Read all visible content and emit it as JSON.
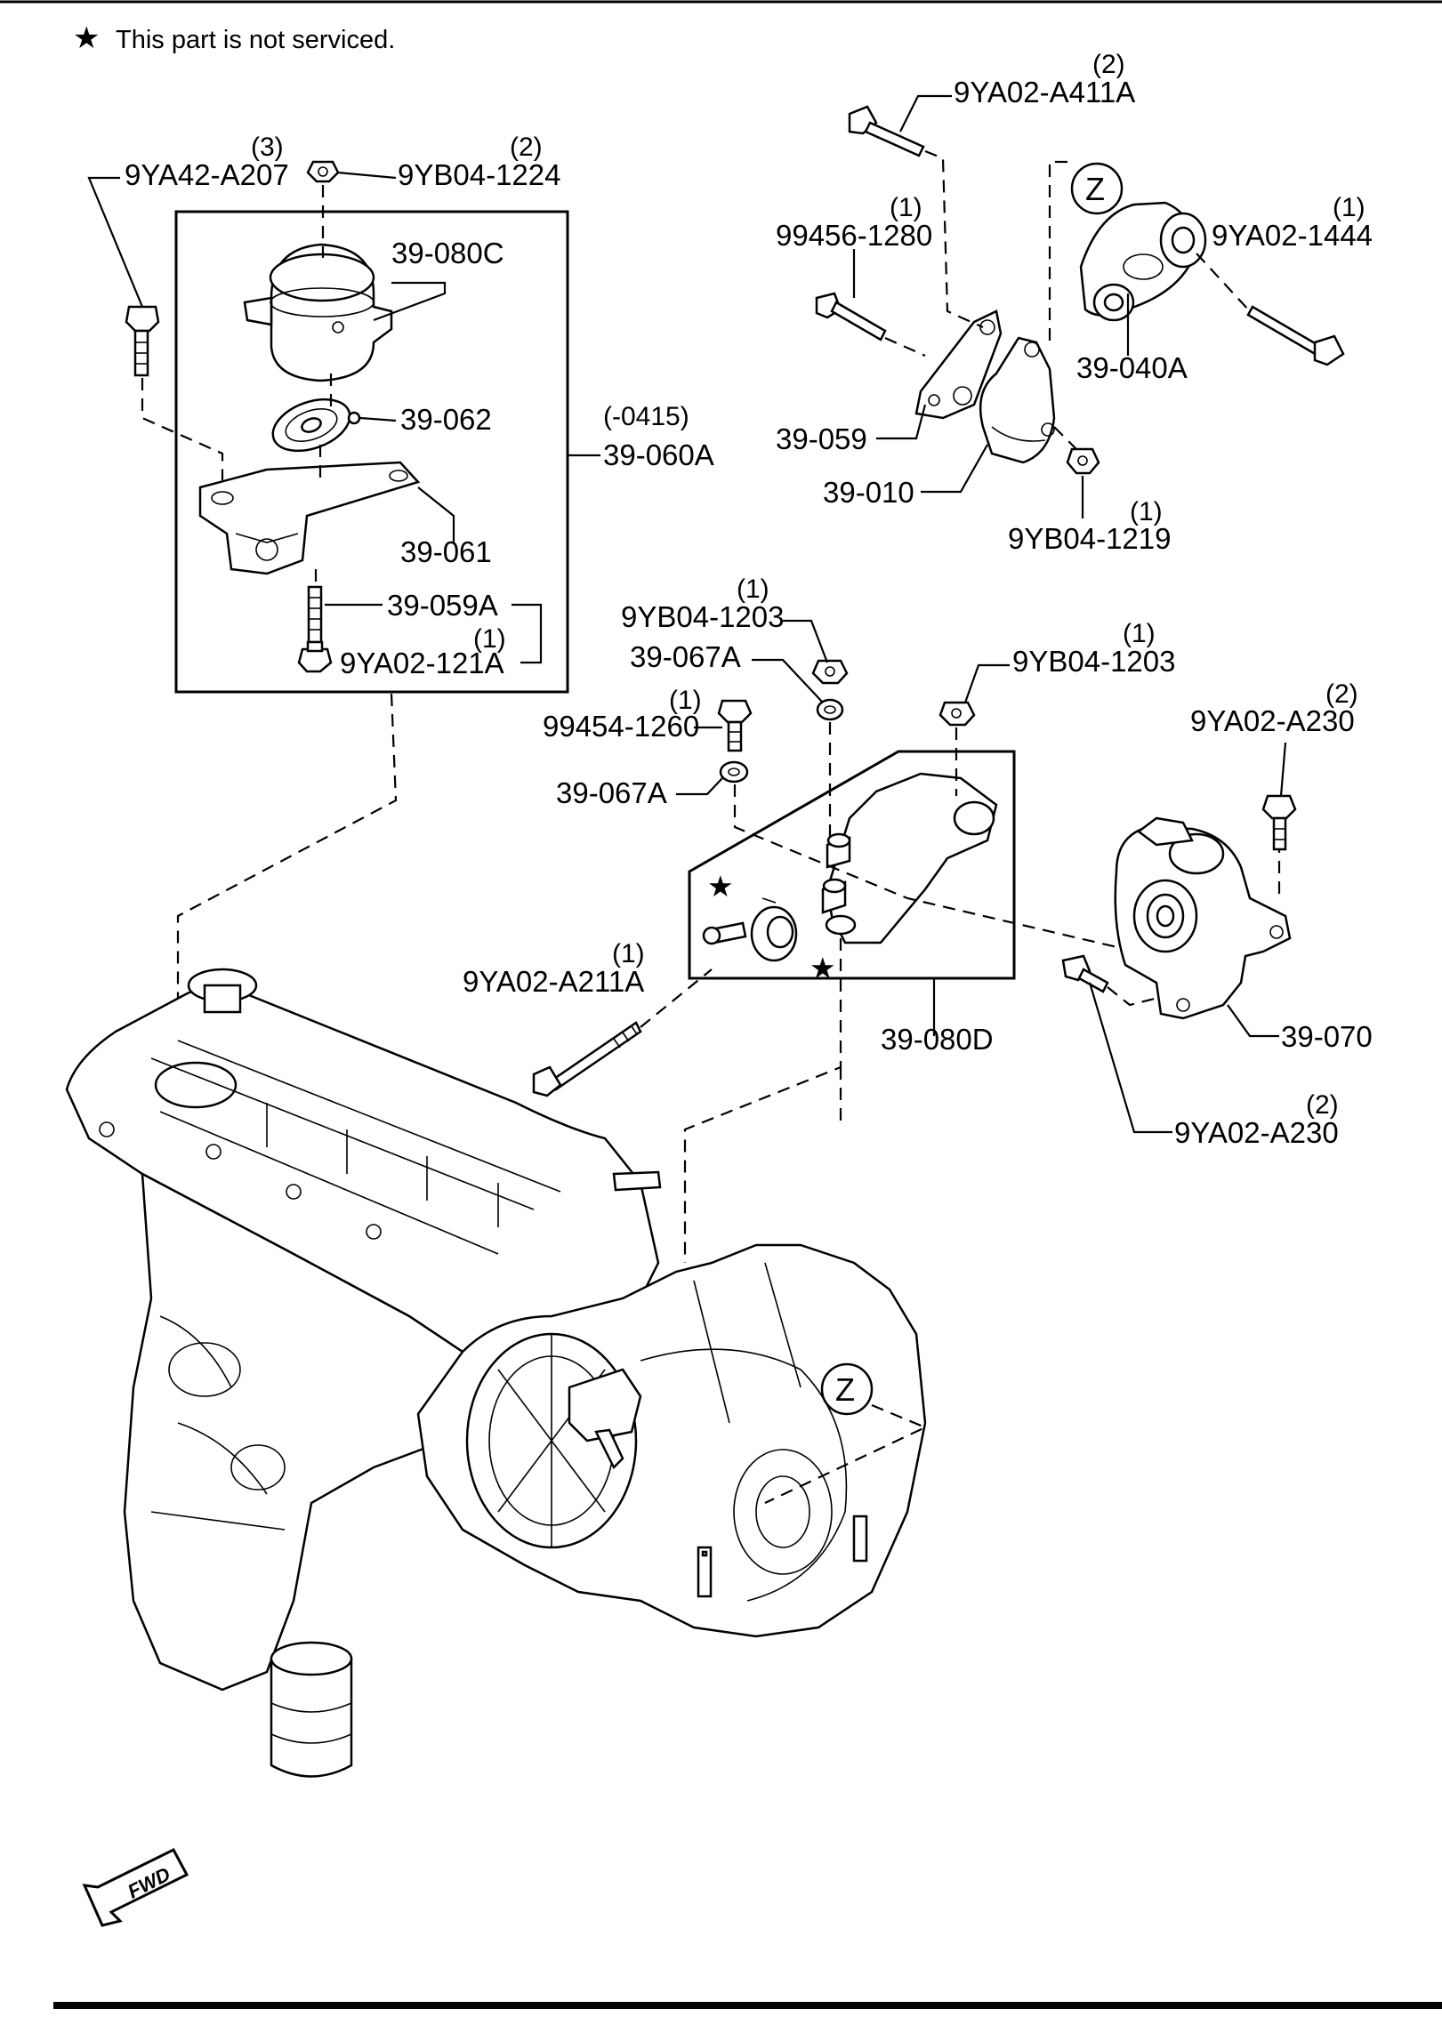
{
  "note": {
    "star": "★",
    "text": "This part is not serviced."
  },
  "callouts": {
    "zone_marker": "Z",
    "fwd": "FWD"
  },
  "labels": {
    "p_9ya42_a207": {
      "part": "9YA42-A207",
      "qty": "(3)"
    },
    "p_9yb04_1224": {
      "part": "9YB04-1224",
      "qty": "(2)"
    },
    "p_39_080c": {
      "part": "39-080C"
    },
    "p_39_062": {
      "part": "39-062"
    },
    "p_39_060a": {
      "part": "39-060A",
      "qty": "(-0415)"
    },
    "p_39_061": {
      "part": "39-061"
    },
    "p_39_059a": {
      "part": "39-059A"
    },
    "p_9ya02_121a": {
      "part": "9YA02-121A",
      "qty": "(1)"
    },
    "p_9ya02_a411a": {
      "part": "9YA02-A411A",
      "qty": "(2)"
    },
    "p_99456_1280": {
      "part": "99456-1280",
      "qty": "(1)"
    },
    "p_9ya02_1444": {
      "part": "9YA02-1444",
      "qty": "(1)"
    },
    "p_39_040a": {
      "part": "39-040A"
    },
    "p_39_059": {
      "part": "39-059"
    },
    "p_39_010": {
      "part": "39-010"
    },
    "p_9yb04_1219": {
      "part": "9YB04-1219",
      "qty": "(1)"
    },
    "p_9yb04_1203_a": {
      "part": "9YB04-1203",
      "qty": "(1)"
    },
    "p_39_067a_a": {
      "part": "39-067A"
    },
    "p_99454_1260": {
      "part": "99454-1260",
      "qty": "(1)"
    },
    "p_39_067a_b": {
      "part": "39-067A"
    },
    "p_9yb04_1203_b": {
      "part": "9YB04-1203",
      "qty": "(1)"
    },
    "p_9ya02_a230_a": {
      "part": "9YA02-A230",
      "qty": "(2)"
    },
    "p_9ya02_a211a": {
      "part": "9YA02-A211A",
      "qty": "(1)"
    },
    "p_39_080d": {
      "part": "39-080D"
    },
    "p_39_070": {
      "part": "39-070"
    },
    "p_9ya02_a230_b": {
      "part": "9YA02-A230",
      "qty": "(2)"
    }
  }
}
